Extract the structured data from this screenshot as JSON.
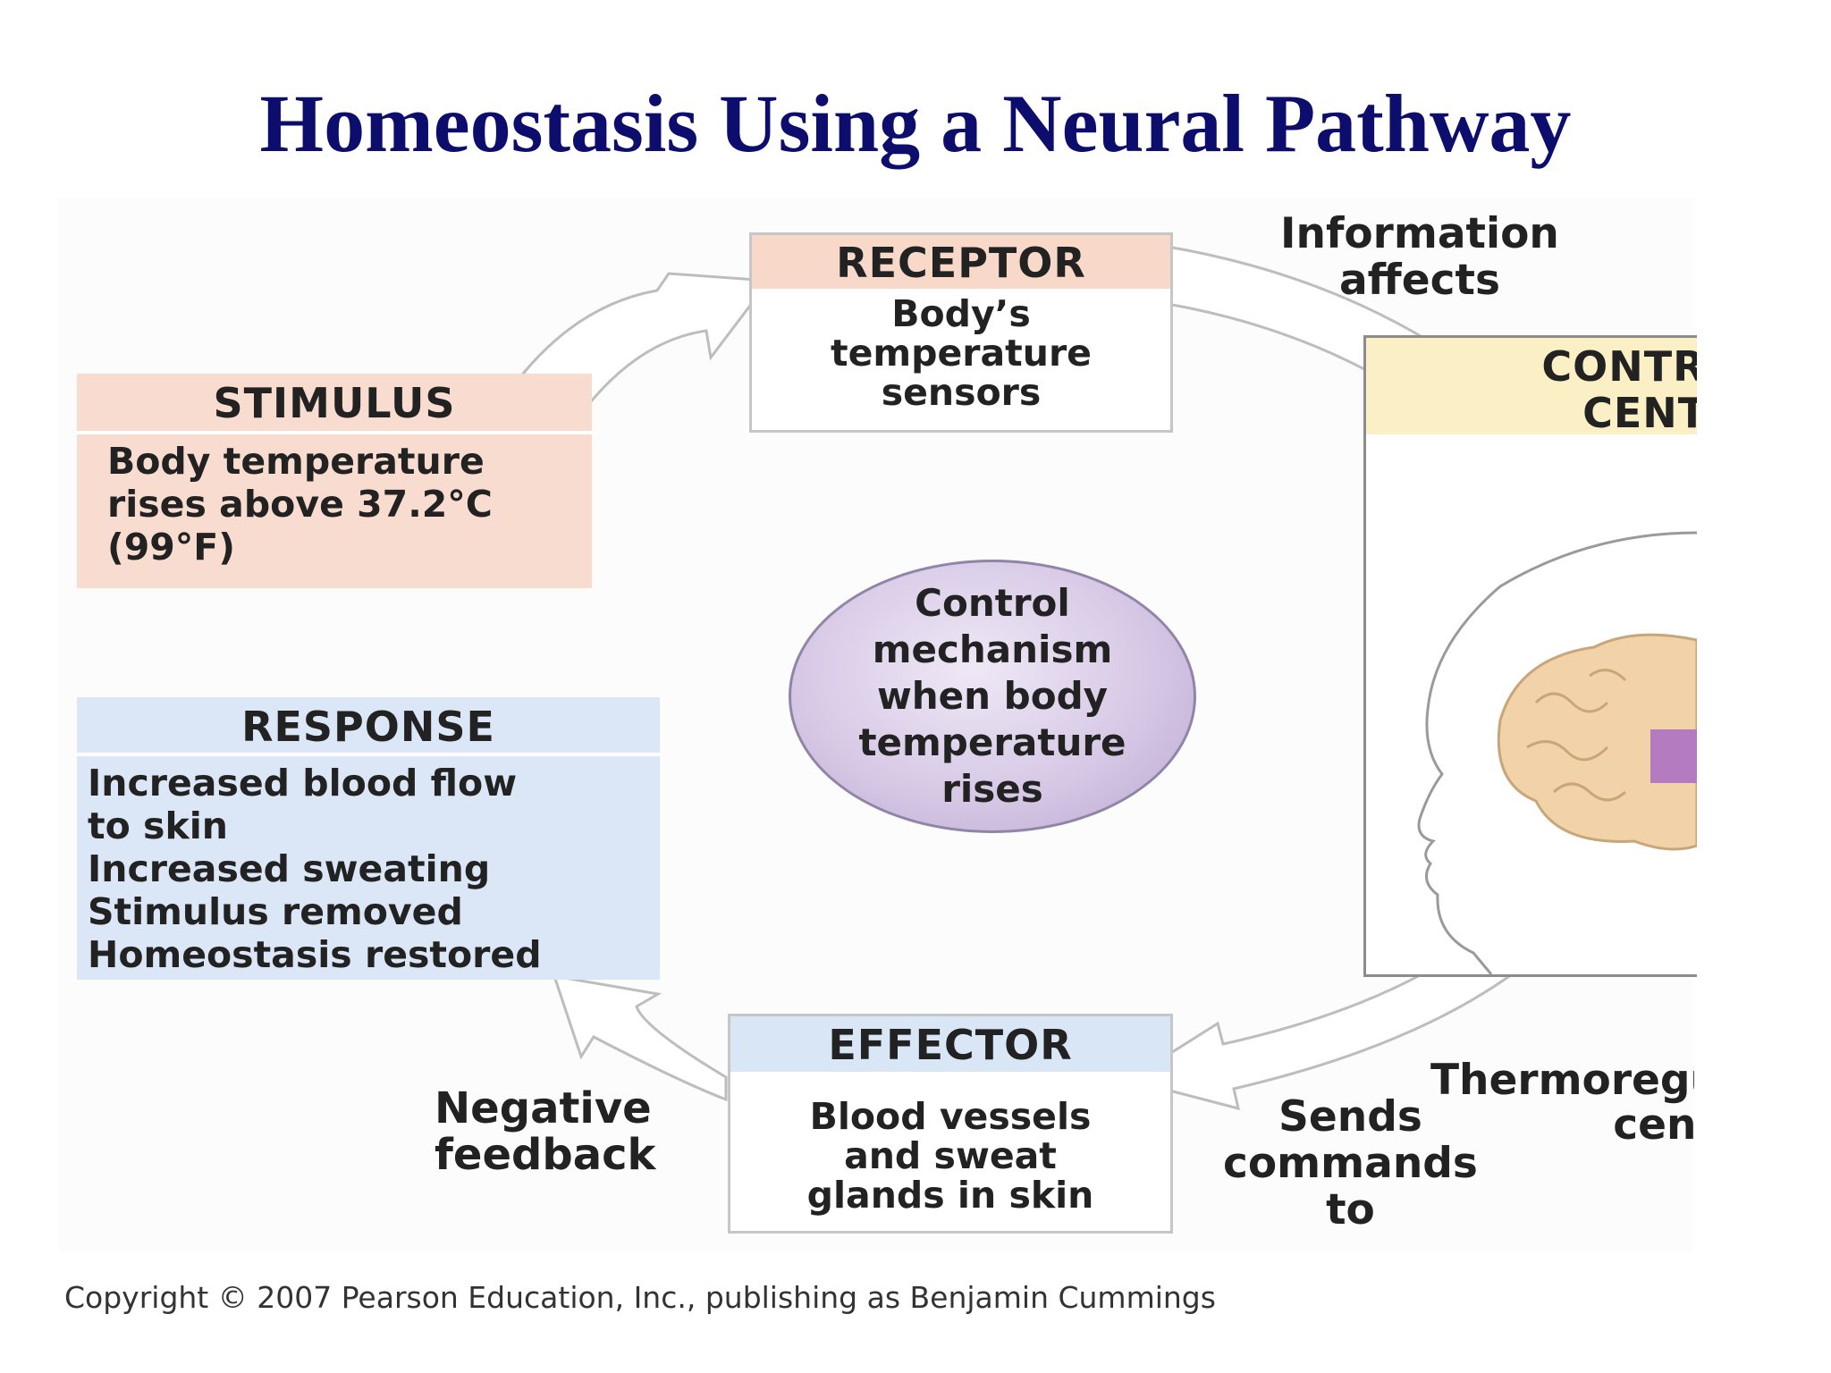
{
  "title": "Homeostasis Using a Neural Pathway",
  "receptor": {
    "heading": "RECEPTOR",
    "text": "Body’s\ntemperature\nsensors"
  },
  "stimulus": {
    "heading": "STIMULUS",
    "text": "Body temperature\nrises above 37.2°C\n(99°F)"
  },
  "response": {
    "heading": "RESPONSE",
    "text": "Increased blood flow\nto skin\nIncreased sweating\nStimulus removed\nHomeostasis restored"
  },
  "effector": {
    "heading": "EFFECTOR",
    "text": "Blood vessels\nand sweat\nglands in skin"
  },
  "control_center": {
    "heading": "CONTROL\nCENTER"
  },
  "mechanism": {
    "text": "Control\nmechanism\nwhen body\ntemperature\nrises"
  },
  "labels": {
    "information": "Information\naffects",
    "negative_feedback": "Negative\nfeedback",
    "sends_commands": "Sends\ncommands\nto",
    "thermo_center": "Thermoregulatory\ncenter"
  },
  "copyright": "Copyright © 2007 Pearson Education, Inc., publishing as Benjamin Cummings",
  "colors": {
    "title": "#0d0d6e",
    "receptor_header": "#f8d8c9",
    "stimulus_fill": "#f8dcd0",
    "response_fill": "#dbe7f6",
    "effector_header": "#d9e6f6",
    "control_header": "#fbefc6",
    "mechanism_fill": "#d7c9e6",
    "brain": "#f2d2a8",
    "hypothalamus": "#b57bc0"
  }
}
